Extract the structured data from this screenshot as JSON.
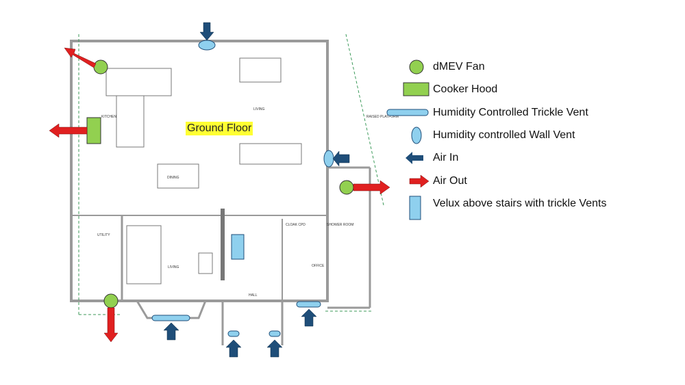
{
  "diagram": {
    "title": "Ground Floor",
    "rooms": [
      "KITCHEN",
      "LIVING",
      "DINING",
      "UTILITY",
      "LIVING",
      "CLOAK CPD",
      "SHOWER ROOM",
      "OFFICE",
      "HALL",
      "RAISED PLATFORM"
    ],
    "legend": [
      {
        "key": "dmev-fan",
        "label": "dMEV Fan",
        "color": "#92d050"
      },
      {
        "key": "cooker-hood",
        "label": "Cooker Hood",
        "color": "#92d050"
      },
      {
        "key": "trickle-vent",
        "label": "Humidity Controlled Trickle Vent",
        "color": "#8fd0ee"
      },
      {
        "key": "wall-vent",
        "label": "Humidity controlled Wall Vent",
        "color": "#8fd0ee"
      },
      {
        "key": "air-in",
        "label": "Air In",
        "color": "#1f4e79"
      },
      {
        "key": "air-out",
        "label": "Air Out",
        "color": "#e02020"
      },
      {
        "key": "velux",
        "label": "Velux above stairs with trickle Vents",
        "color": "#8fd0ee"
      }
    ],
    "colors": {
      "fan": "#92d050",
      "vent": "#8fd0ee",
      "air_in": "#1f4e79",
      "air_out": "#e02020",
      "highlight": "#ffff33",
      "wall": "#9a9a9a"
    }
  }
}
